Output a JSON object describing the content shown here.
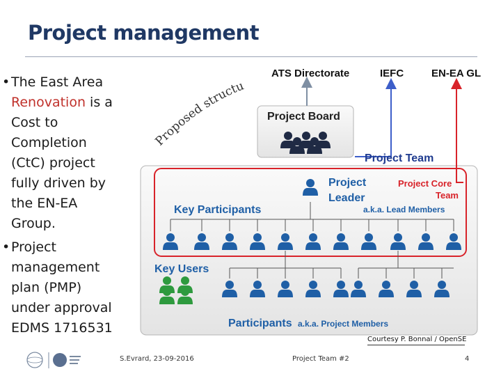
{
  "title": "Project management",
  "bullets": {
    "b1_pre": "The East Area ",
    "b1_highlight": "Renovation",
    "b1_post": " is a Cost to Completion (CtC) project fully driven by the EN-EA Group.",
    "b2": "Project management plan (PMP) under approval EDMS 1716531"
  },
  "diagram": {
    "arc_text": "Proposed structure",
    "top_boxes": [
      "ATS Directorate",
      "IEFC",
      "EN-EA GL"
    ],
    "project_board": "Project Board",
    "project_team": "Project Team",
    "project_leader": "Project Leader",
    "project_core_team": "Project Core Team",
    "aka_lead": "a.k.a. Lead Members",
    "key_participants": "Key Participants",
    "key_users": "Key Users",
    "participants": "Participants",
    "aka_project": "a.k.a. Project Members",
    "colors": {
      "blue": "#1f5fa6",
      "red": "#d8232a",
      "navy": "#1f3864",
      "green": "#2e9a3e"
    }
  },
  "footer": {
    "courtesy": "Courtesy P. Bonnal / OpenSE",
    "author": "S.Evrard, 23-09-2016",
    "event": "Project Team #2",
    "page": "4"
  }
}
